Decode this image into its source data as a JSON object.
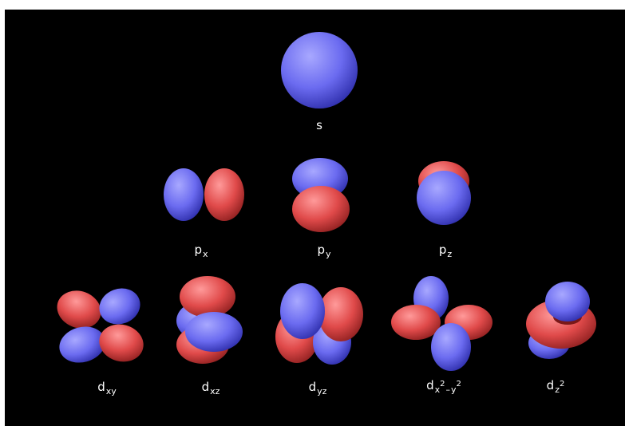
{
  "colors": {
    "positive": "#6b6bf0",
    "negative": "#e04a4a",
    "background": "#000000"
  },
  "orbitals": [
    {
      "id": "s",
      "main": "s",
      "sub": ""
    },
    {
      "id": "px",
      "main": "p",
      "sub": "x"
    },
    {
      "id": "py",
      "main": "p",
      "sub": "y"
    },
    {
      "id": "pz",
      "main": "p",
      "sub": "z"
    },
    {
      "id": "dxy",
      "main": "d",
      "sub": "xy"
    },
    {
      "id": "dxz",
      "main": "d",
      "sub": "xz"
    },
    {
      "id": "dyz",
      "main": "d",
      "sub": "yz"
    },
    {
      "id": "dx2y2",
      "main": "d",
      "sub_a": "x",
      "sup_a": "2",
      "minus": "–",
      "sub_b": "y",
      "sup_b": "2"
    },
    {
      "id": "dz2",
      "main": "d",
      "sub": "z",
      "sup": "2"
    }
  ]
}
